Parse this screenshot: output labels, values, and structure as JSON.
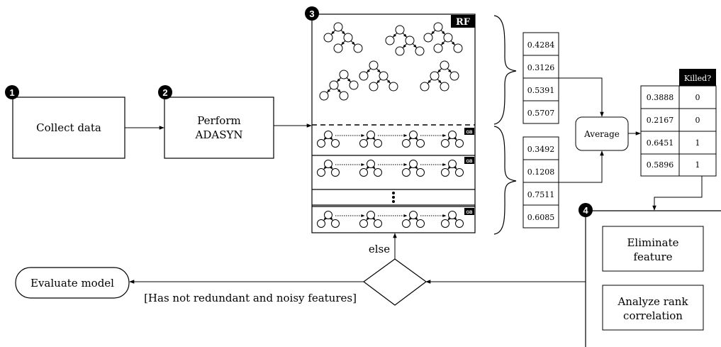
{
  "steps": {
    "step1": {
      "number": "1",
      "label": "Collect data"
    },
    "step2": {
      "number": "2",
      "label_line1": "Perform",
      "label_line2": "ADASYN"
    },
    "step3": {
      "number": "3",
      "rf_badge": "RF",
      "gb_badge": "GB"
    },
    "step4": {
      "number": "4"
    }
  },
  "rf_scores": [
    "0.4284",
    "0.3126",
    "0.5391",
    "0.5707"
  ],
  "gb_scores": [
    "0.3492",
    "0.1208",
    "0.7511",
    "0.6085"
  ],
  "average_label": "Average",
  "killed_table": {
    "header": "Killed?",
    "rows": [
      {
        "score": "0.3888",
        "killed": "0"
      },
      {
        "score": "0.2167",
        "killed": "0"
      },
      {
        "score": "0.6451",
        "killed": "1"
      },
      {
        "score": "0.5896",
        "killed": "1"
      }
    ]
  },
  "eliminate_feature": {
    "line1": "Eliminate",
    "line2": "feature"
  },
  "analyze_rank": {
    "line1": "Analyze rank",
    "line2": "correlation"
  },
  "else_label": "else",
  "evaluate_model": "Evaluate model",
  "condition_label": "[Has not redundant and noisy features]"
}
